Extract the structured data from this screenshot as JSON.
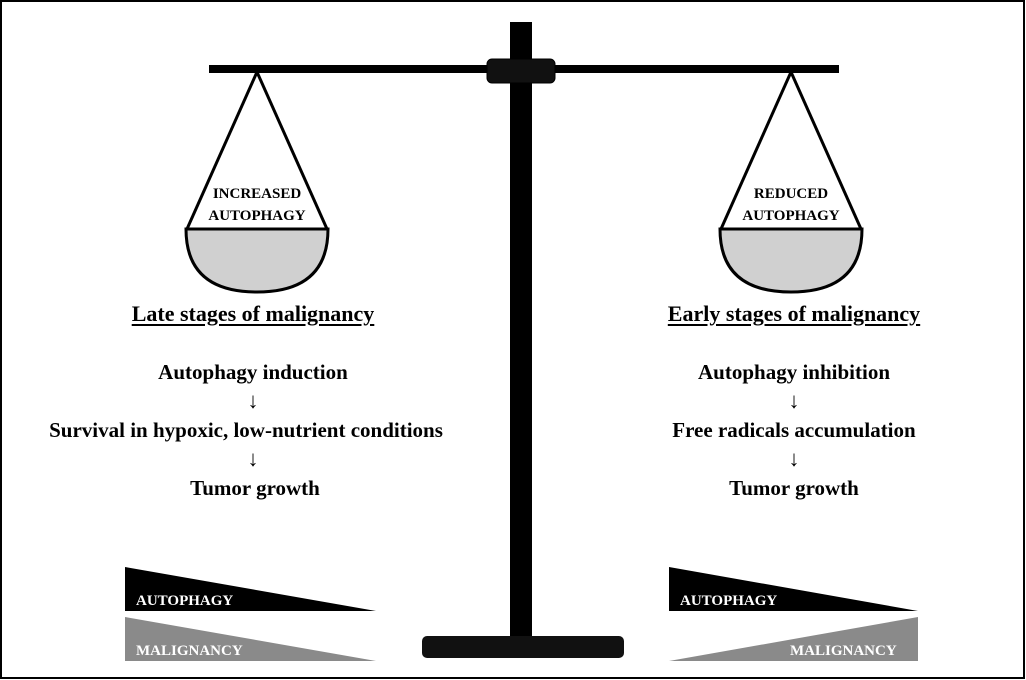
{
  "left": {
    "pan_label_line1": "INCREASED",
    "pan_label_line2": "AUTOPHAGY",
    "heading": "Late stages of malignancy",
    "steps": [
      "Autophagy induction",
      "Survival in hypoxic, low-nutrient conditions",
      "Tumor growth"
    ],
    "arrows": [
      "↓",
      "↓"
    ],
    "bars": {
      "top": "AUTOPHAGY",
      "bottom": "MALIGNANCY"
    }
  },
  "right": {
    "pan_label_line1": "REDUCED",
    "pan_label_line2": "AUTOPHAGY",
    "heading": "Early stages of malignancy",
    "steps": [
      "Autophagy inhibition",
      "Free radicals accumulation",
      "Tumor growth"
    ],
    "arrows": [
      "↓",
      "↓"
    ],
    "bars": {
      "top": "AUTOPHAGY",
      "bottom": "MALIGNANCY"
    }
  },
  "colors": {
    "beam": "#000000",
    "pan_fill": "#d0d0d0",
    "bar_dark": "#000000",
    "bar_gray": "#8a8a8a"
  }
}
